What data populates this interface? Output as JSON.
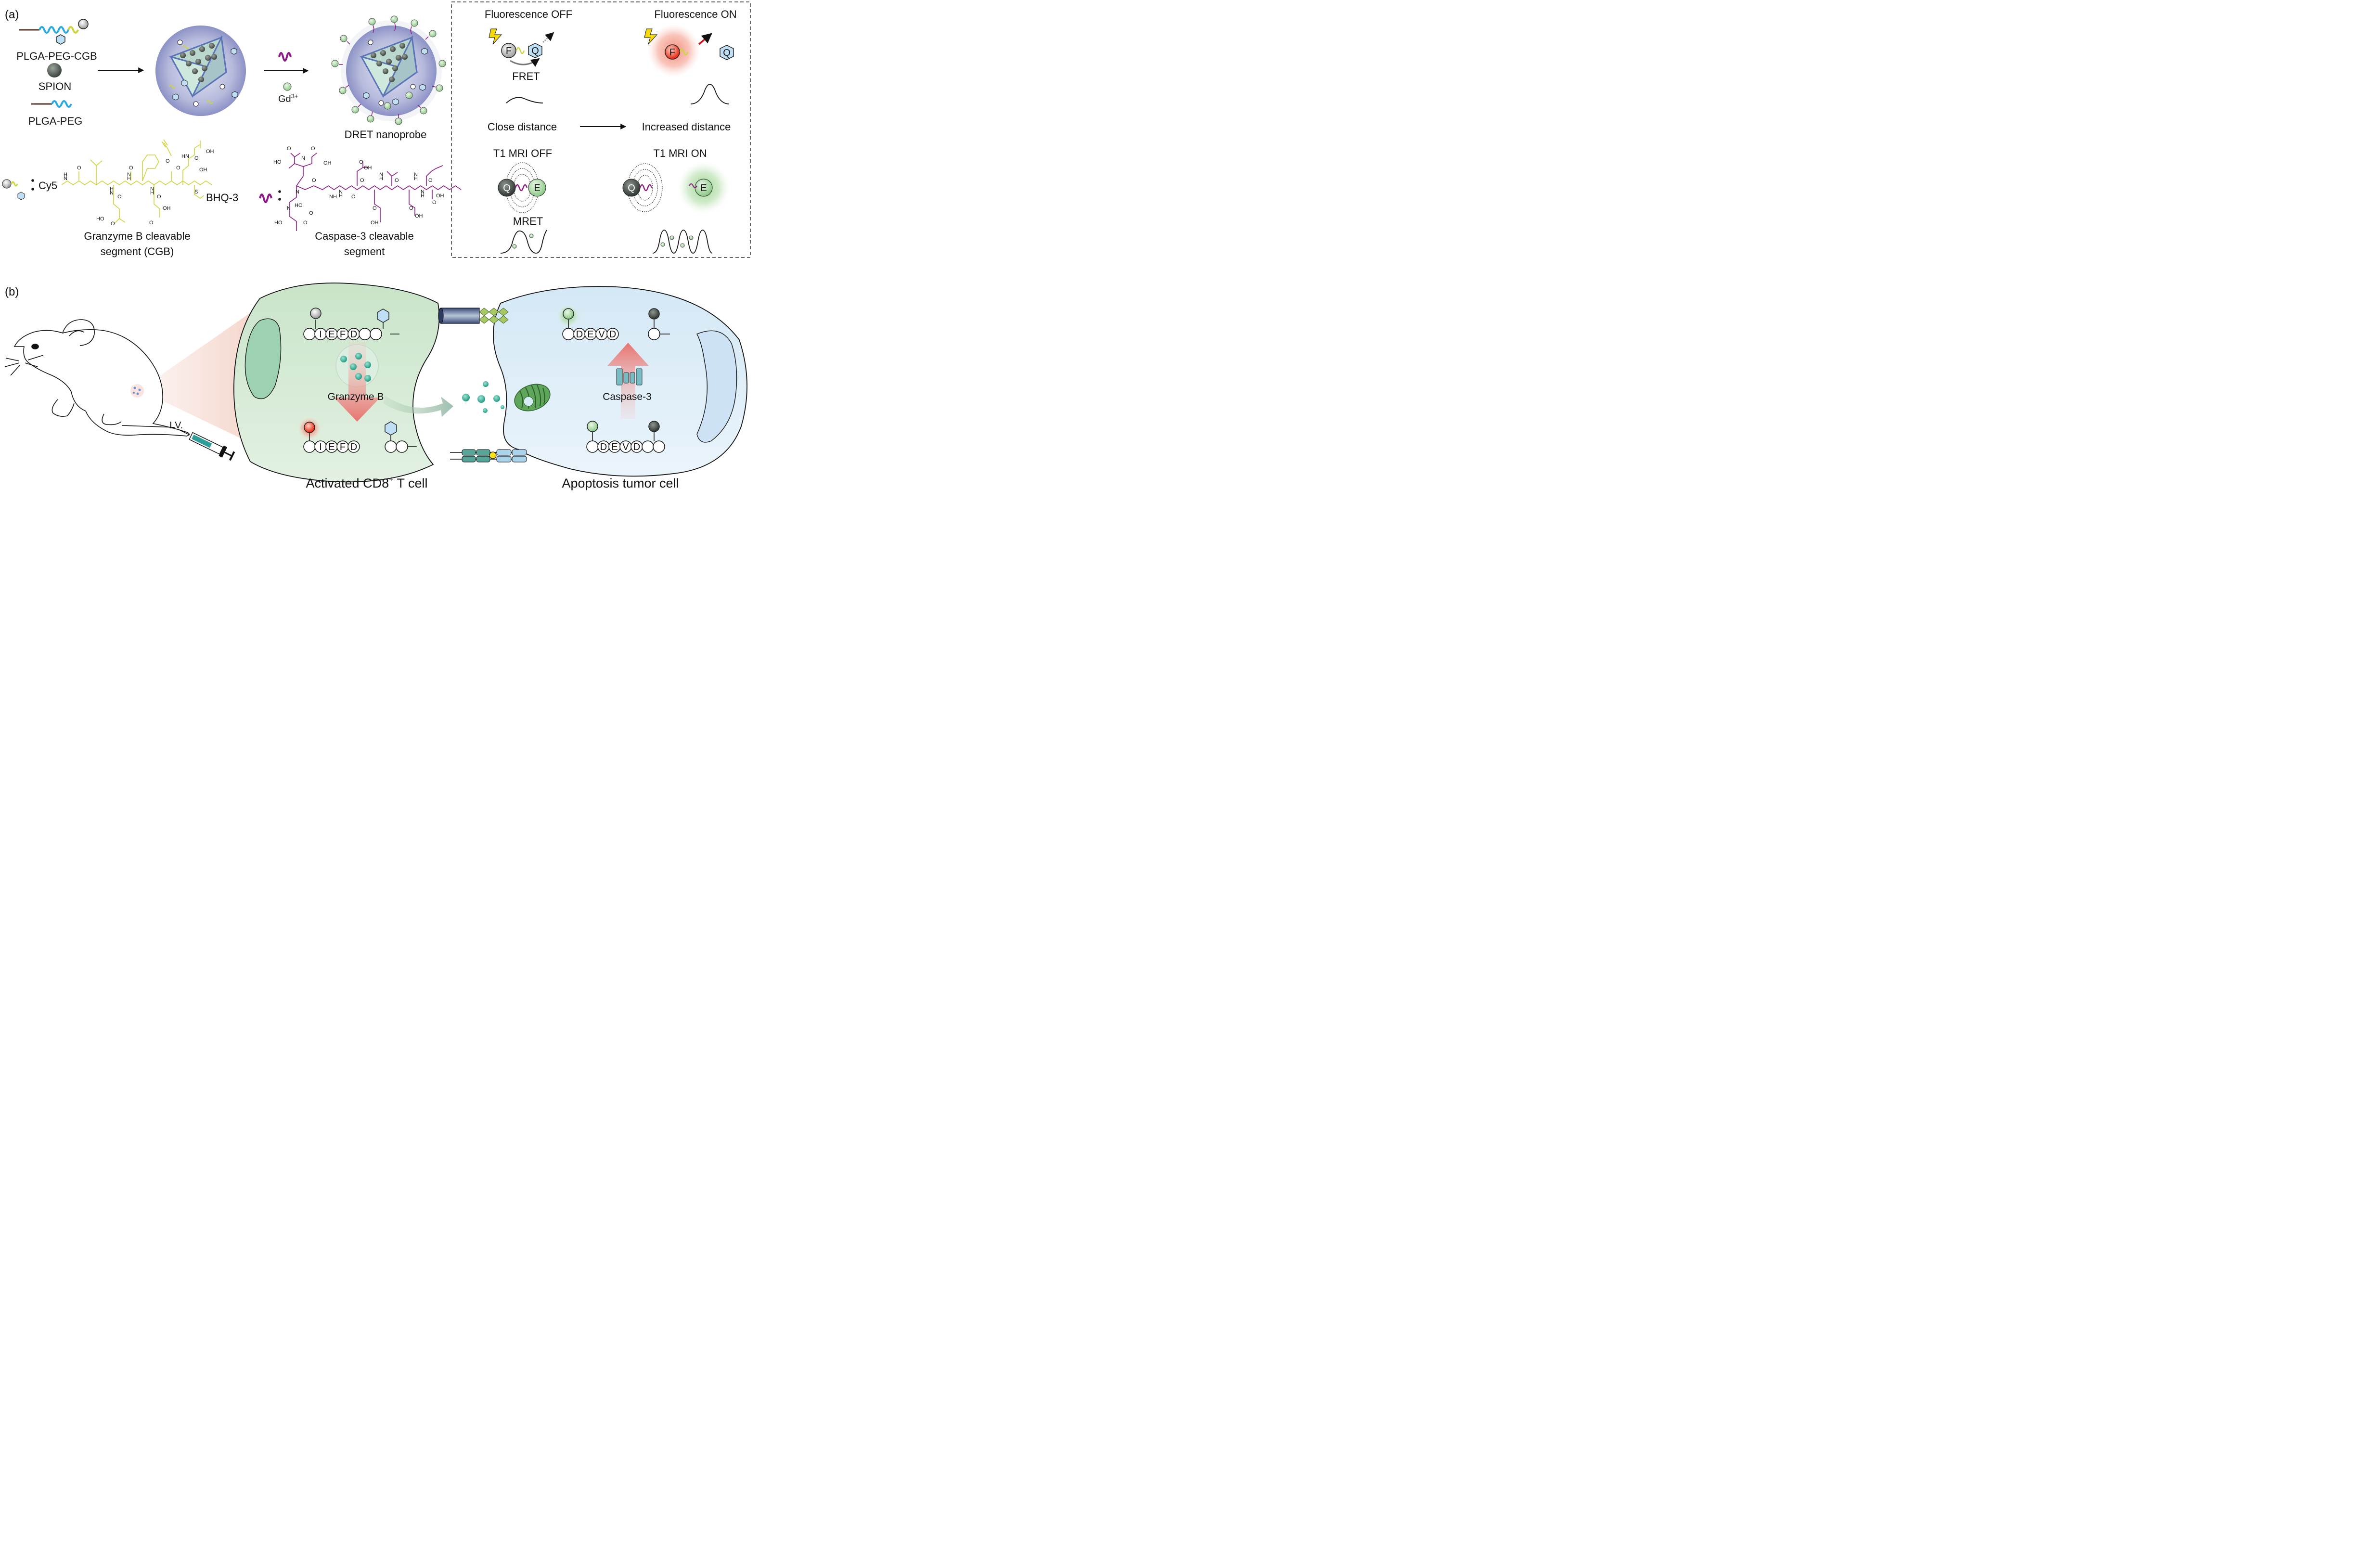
{
  "panel_a": {
    "label": "(a)",
    "components": {
      "plga_peg_cgb": "PLGA-PEG-CGB",
      "spion": "SPION",
      "plga_peg": "PLGA-PEG"
    },
    "gd_label": "Gd",
    "gd_superscript": "3+",
    "nanoprobe_label": "DRET nanoprobe",
    "cgb": {
      "dye": "Cy5",
      "quencher": "BHQ-3",
      "caption_line1": "Granzyme B cleavable",
      "caption_line2": "segment (CGB)",
      "groups": [
        "OH",
        "O",
        "HN",
        "OH",
        "O",
        "O",
        "N",
        "H",
        "N",
        "H",
        "H",
        "N",
        "H",
        "N",
        "O",
        "O",
        "O",
        "O",
        "OH",
        "O",
        "HO",
        "S",
        "O"
      ]
    },
    "caspase": {
      "caption_line1": "Caspase-3 cleavable",
      "caption_line2": "segment",
      "groups": [
        "HO",
        "O",
        "N",
        "OH",
        "O",
        "O",
        "OH",
        "N",
        "O",
        "N",
        "HO",
        "O",
        "HO",
        "O",
        "NH",
        "O",
        "H",
        "N",
        "O",
        "H",
        "N",
        "O",
        "H",
        "N",
        "O",
        "H",
        "N",
        "O",
        "OH",
        "O",
        "OH",
        "O",
        "OH"
      ]
    },
    "mechanism": {
      "fl_off": "Fluorescence OFF",
      "fl_on": "Fluorescence ON",
      "fret": "FRET",
      "close_distance": "Close distance",
      "increased_distance": "Increased distance",
      "t1_off": "T1 MRI OFF",
      "t1_on": "T1 MRI ON",
      "mret": "MRET",
      "f": "F",
      "q": "Q",
      "e": "E"
    }
  },
  "panel_b": {
    "label": "(b)",
    "iv_label": "I.V.",
    "tcell_label_pre": "Activated CD8",
    "tcell_label_sup": "+",
    "tcell_label_post": " T cell",
    "tumor_label": "Apoptosis tumor cell",
    "granzyme_label": "Granzyme B",
    "caspase_label": "Caspase-3",
    "iefd": [
      "I",
      "E",
      "F",
      "D"
    ],
    "devd": [
      "D",
      "E",
      "V",
      "D"
    ]
  },
  "colors": {
    "cy5_red": "#c8102e",
    "bhq3_blue": "#1f4e9c",
    "cgb_yellow": "#cfd43a",
    "caspase_purple": "#8e1a86",
    "gd_green": "#9ed39a",
    "peg_blue": "#29aae1",
    "tcell_green": "#cfe6cf",
    "tumor_blue": "#dcecf7"
  }
}
